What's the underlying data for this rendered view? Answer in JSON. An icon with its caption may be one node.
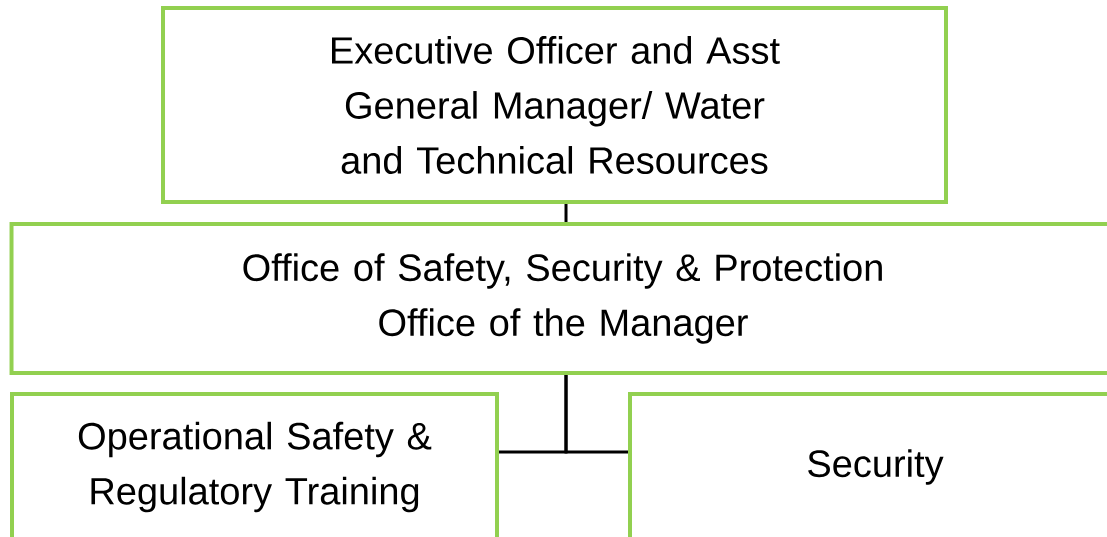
{
  "diagram": {
    "nodes": [
      {
        "text": [
          "Executive Officer and Asst General Manager/ Water and Technical Resources"
        ]
      },
      {
        "text": [
          "Office of Safety, Security & Protection",
          "Office of the Manager"
        ]
      },
      {
        "text": [
          "Operational Safety & Regulatory Training"
        ]
      },
      {
        "text": [
          "Security"
        ]
      }
    ],
    "edges": [
      {
        "from": 0,
        "to": 1,
        "arrow": "none"
      },
      {
        "from": 1,
        "to": 2,
        "arrow": "none"
      },
      {
        "from": 1,
        "to": 3,
        "arrow": "none"
      }
    ]
  }
}
